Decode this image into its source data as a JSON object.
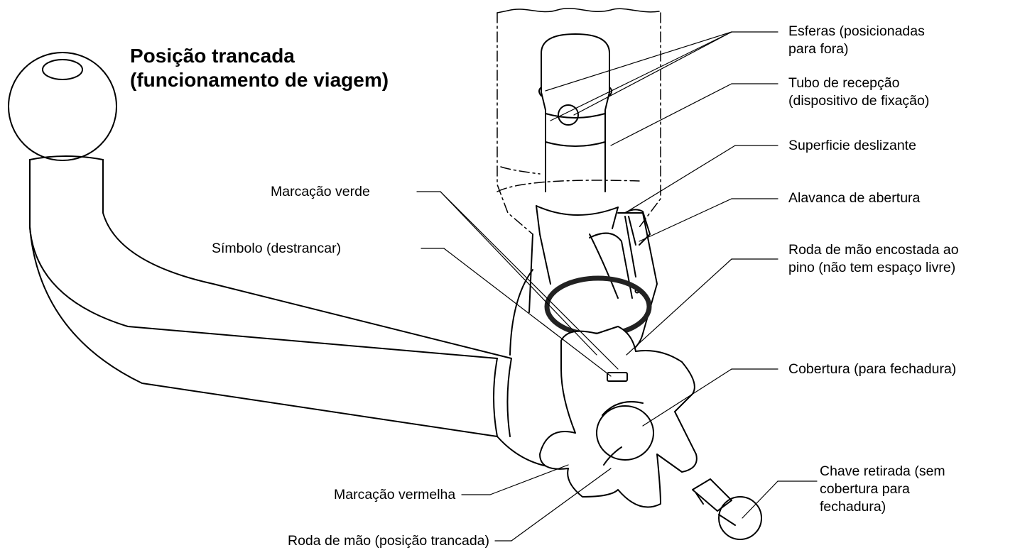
{
  "title": {
    "line1": "Posição trancada",
    "line2": "(funcionamento de viagem)"
  },
  "labels": {
    "esferas": [
      "Esferas (posicionadas",
      "para fora)"
    ],
    "tubo": [
      "Tubo de recepção",
      "(dispositivo de fixação)"
    ],
    "superficie": [
      "Superficie deslizante"
    ],
    "alavanca": [
      "Alavanca de abertura"
    ],
    "roda_encostada": [
      "Roda de mão encostada ao",
      "pino (não tem espaço livre)"
    ],
    "cobertura": [
      "Cobertura (para fechadura)"
    ],
    "chave": [
      "Chave retirada (sem",
      "cobertura para",
      "fechadura)"
    ],
    "marcacao_verde": [
      "Marcação verde"
    ],
    "simbolo": [
      "Símbolo (destrancar)"
    ],
    "marcacao_vermelha": [
      "Marcação vermelha"
    ],
    "roda_trancada": [
      "Roda de mão (posição trancada)"
    ]
  }
}
